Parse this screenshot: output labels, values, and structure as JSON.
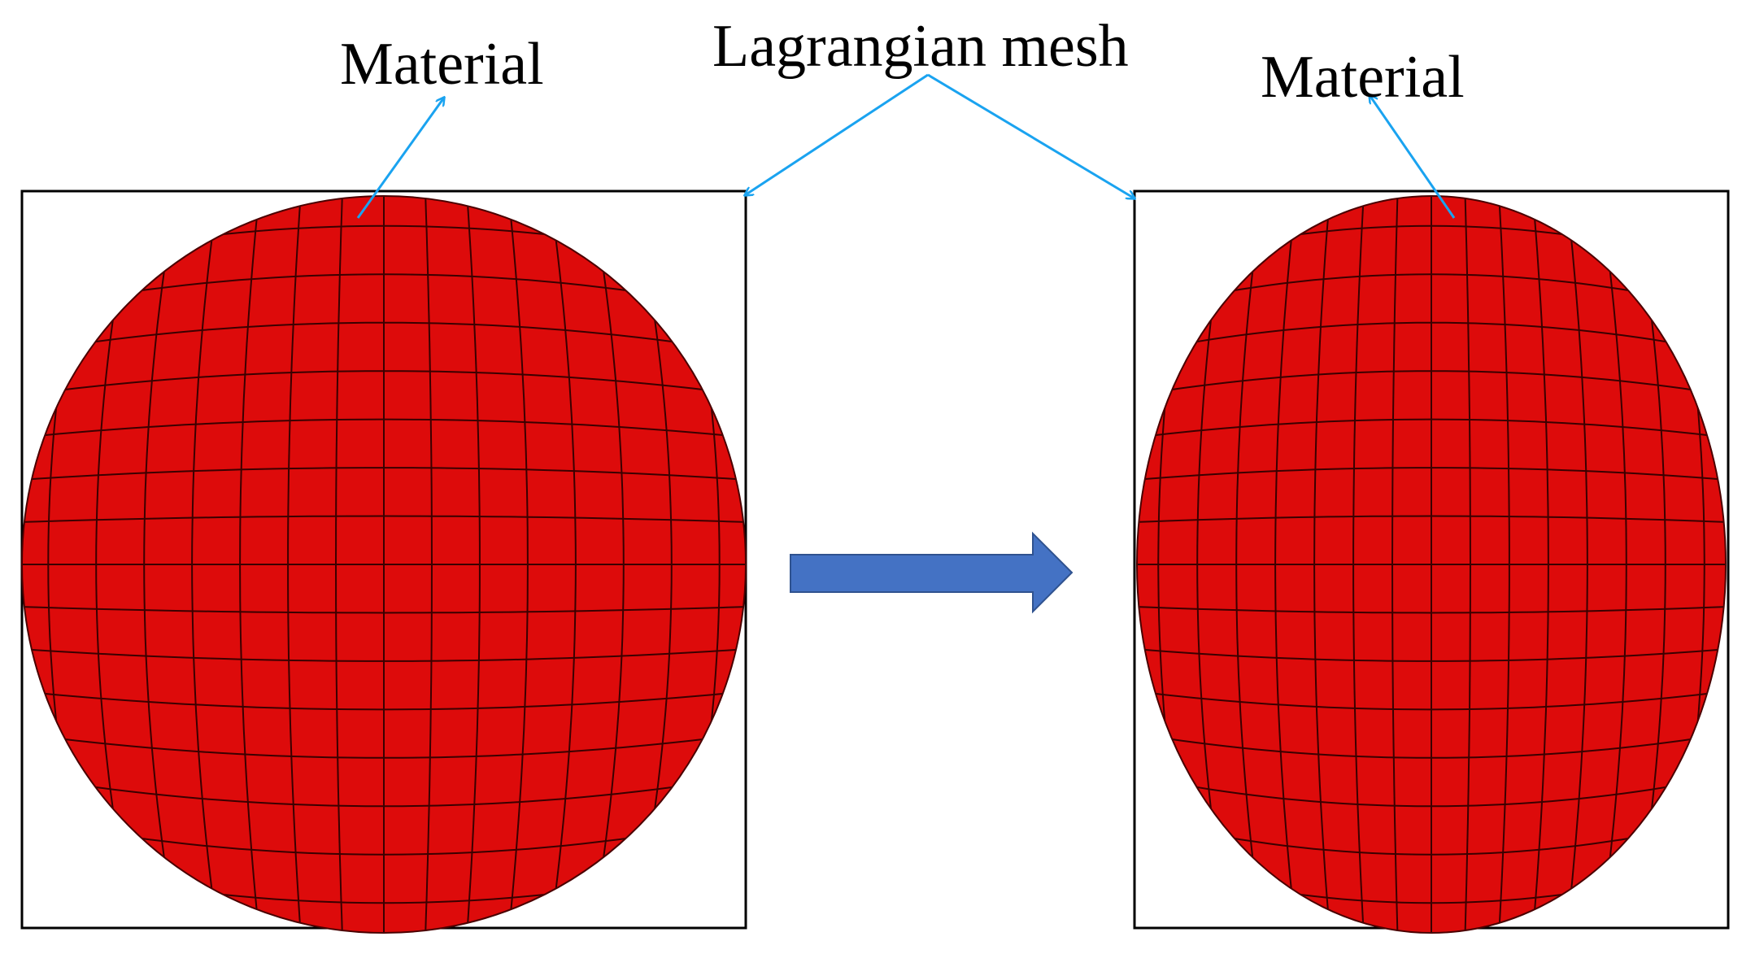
{
  "labels": {
    "material_left": "Material",
    "lagrangian_mesh": "Lagrangian mesh",
    "material_right": "Material"
  },
  "colors": {
    "material_fill": "#dd0b0b",
    "mesh_line": "#3a0000",
    "pointer": "#1aa3f0",
    "process_arrow": "#4472c4",
    "process_arrow_border": "#2f528f",
    "frame": "#000000"
  }
}
